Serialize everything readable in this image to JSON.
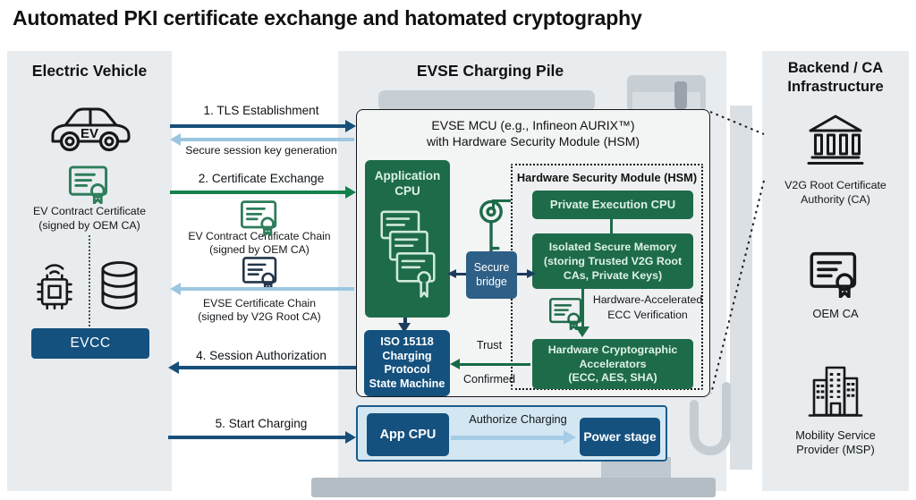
{
  "title": {
    "text_regular": "Automated PKI certificate exchange and",
    "text_bold": "hatomated cryptography"
  },
  "colors": {
    "panel_bg": "#e8ecee",
    "green_box": "#1e6b4a",
    "navy_box": "#15517e",
    "navy_arrow": "#174f7a",
    "light_blue_arrow": "#9cc6e0",
    "green_arrow": "#12824d",
    "dark_green_arrow": "#176a45",
    "bridge_box": "#2e5f86",
    "bottom_box_bg": "#d3e7f3",
    "bottom_box_border": "#1b5c8c",
    "pile_gray": "#c7cfd5"
  },
  "ev_panel": {
    "header": "Electric Vehicle",
    "car_label": "EV",
    "cert_caption_1": "EV Contract Certificate",
    "cert_caption_2": "(signed by OEM CA)",
    "evcc": "EVCC"
  },
  "flows": {
    "tls": "1. TLS Establishment",
    "session_key": "Secure session key generation",
    "cert_exchange": "2. Certificate Exchange",
    "ev_chain_1": "EV Contract Certificate Chain",
    "ev_chain_2": "(signed by OEM CA)",
    "evse_chain_1": "EVSE Certificate Chain",
    "evse_chain_2": "(signed by V2G Root CA)",
    "session_auth": "4. Session Authorization",
    "start_charging": "5. Start Charging"
  },
  "evse_panel": {
    "header": "EVSE Charging Pile",
    "mcu_title_1": "EVSE MCU (e.g., Infineon AURIX™)",
    "mcu_title_2": "with Hardware Security Module (HSM)",
    "app_cpu_1": "Application",
    "app_cpu_2": "CPU",
    "secure_bridge_1": "Secure",
    "secure_bridge_2": "bridge",
    "hsm_title": "Hardware Security Module (HSM)",
    "private_cpu": "Private Execution CPU",
    "memory_1": "Isolated Secure Memory",
    "memory_2": "(storing Trusted V2G Root",
    "memory_3": "CAs, Private Keys)",
    "ecc_1": "Hardware-Accelerated",
    "ecc_2": "ECC Verification",
    "accel_1": "Hardware Cryptographic",
    "accel_2": "Accelerators",
    "accel_3": "(ECC, AES, SHA)",
    "iso_1": "ISO 15118",
    "iso_2": "Charging",
    "iso_3": "Protocol",
    "iso_4": "State Machine",
    "trust_1": "Trust",
    "trust_2": "Confirmed",
    "app_cpu_small": "App CPU",
    "authorize": "Authorize Charging",
    "power_stage": "Power stage"
  },
  "backend_panel": {
    "header_1": "Backend / CA",
    "header_2": "Infrastructure",
    "v2g_1": "V2G Root Certificate",
    "v2g_2": "Authority (CA)",
    "oem": "OEM CA",
    "msp_1": "Mobility Service",
    "msp_2": "Provider (MSP)"
  }
}
